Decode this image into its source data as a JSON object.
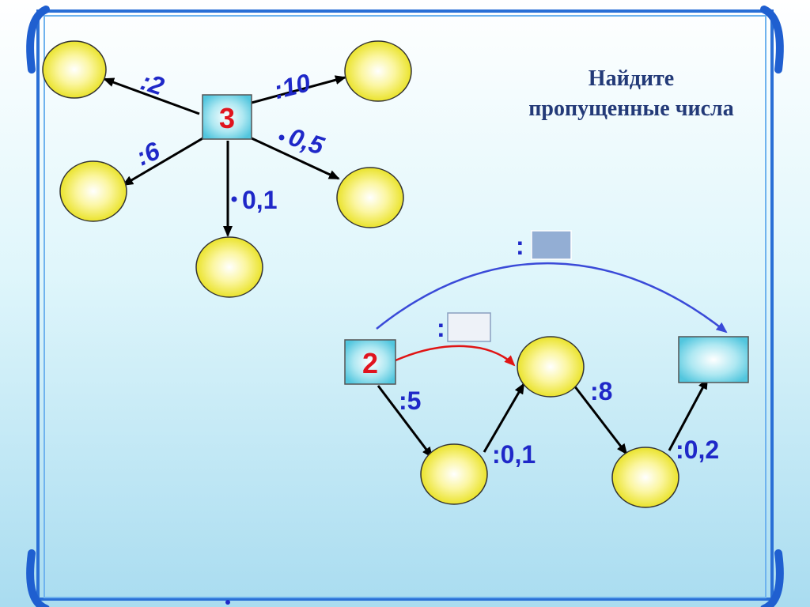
{
  "title": {
    "line1": "Найдите",
    "line2": "пропущенные числа"
  },
  "star": {
    "center": "3",
    "labels": {
      "div2": ":2",
      "div10": ":10",
      "div6": ":6",
      "mul05": "0,5",
      "mul01": "0,1"
    }
  },
  "chain": {
    "start": "2",
    "labels": {
      "div5": ":5",
      "div01": ":0,1",
      "div8": ":8",
      "div02": ":0,2",
      "red_colon": ":",
      "blue_colon": ":"
    }
  },
  "colors": {
    "accent": "#1f28c8",
    "number": "#e0141e",
    "circle_fill": "#f0ec3c",
    "box_fill": "#7fd6e6",
    "frame": "#2a6fd6",
    "arrow_red": "#e01414",
    "arrow_blue": "#3a4ad8",
    "title": "#233a78"
  }
}
